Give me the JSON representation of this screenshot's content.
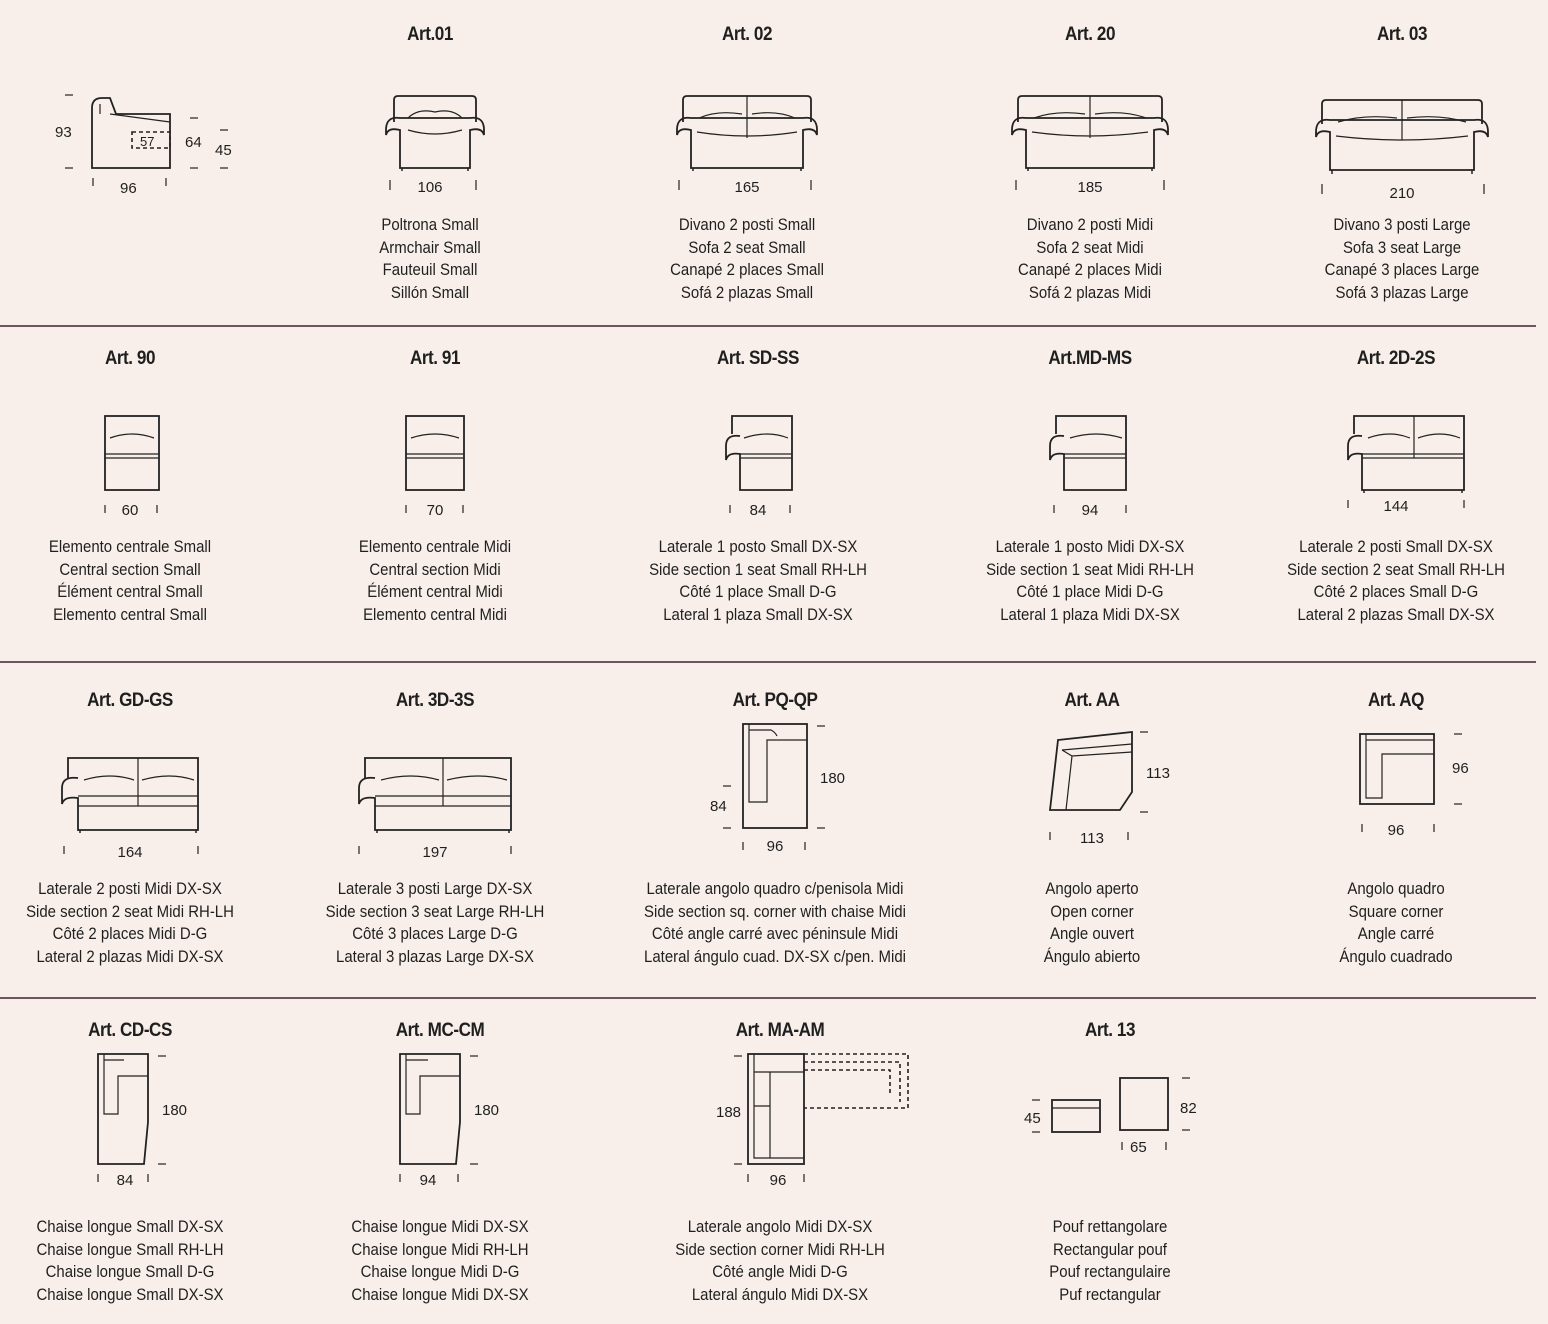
{
  "items": [
    {
      "code": "",
      "dims": {
        "h": "93",
        "seat_h": "64",
        "arm_h": "45",
        "seat_d": "57",
        "w": "96"
      },
      "lines": []
    },
    {
      "code": "Art.01",
      "dims": {
        "w": "106"
      },
      "lines": [
        "Poltrona Small",
        "Armchair Small",
        "Fauteuil Small",
        "Sillón Small"
      ]
    },
    {
      "code": "Art. 02",
      "dims": {
        "w": "165"
      },
      "lines": [
        "Divano 2 posti Small",
        "Sofa 2 seat Small",
        "Canapé 2 places Small",
        "Sofá 2 plazas Small"
      ]
    },
    {
      "code": "Art. 20",
      "dims": {
        "w": "185"
      },
      "lines": [
        "Divano 2 posti Midi",
        "Sofa 2 seat Midi",
        "Canapé 2 places Midi",
        "Sofá 2 plazas Midi"
      ]
    },
    {
      "code": "Art. 03",
      "dims": {
        "w": "210"
      },
      "lines": [
        "Divano 3 posti Large",
        "Sofa 3 seat Large",
        "Canapé 3 places Large",
        "Sofá 3 plazas Large"
      ]
    },
    {
      "code": "Art. 90",
      "dims": {
        "w": "60"
      },
      "lines": [
        "Elemento centrale Small",
        "Central section Small",
        "Élément central Small",
        "Elemento central Small"
      ]
    },
    {
      "code": "Art. 91",
      "dims": {
        "w": "70"
      },
      "lines": [
        "Elemento centrale Midi",
        "Central section Midi",
        "Élément central Midi",
        "Elemento central Midi"
      ]
    },
    {
      "code": "Art. SD-SS",
      "dims": {
        "w": "84"
      },
      "lines": [
        "Laterale 1 posto Small DX-SX",
        "Side section 1 seat Small RH-LH",
        "Côté 1 place Small D-G",
        "Lateral 1 plaza Small DX-SX"
      ]
    },
    {
      "code": "Art.MD-MS",
      "dims": {
        "w": "94"
      },
      "lines": [
        "Laterale 1 posto Midi DX-SX",
        "Side section 1 seat Midi RH-LH",
        "Côté 1 place Midi D-G",
        "Lateral 1 plaza Midi DX-SX"
      ]
    },
    {
      "code": "Art. 2D-2S",
      "dims": {
        "w": "144"
      },
      "lines": [
        "Laterale 2 posti Small DX-SX",
        "Side section 2 seat Small RH-LH",
        "Côté 2 places Small D-G",
        "Lateral 2 plazas Small DX-SX"
      ]
    },
    {
      "code": "Art. GD-GS",
      "dims": {
        "w": "164"
      },
      "lines": [
        "Laterale 2 posti Midi DX-SX",
        "Side section 2 seat Midi RH-LH",
        "Côté 2 places Midi D-G",
        "Lateral 2 plazas Midi DX-SX"
      ]
    },
    {
      "code": "Art. 3D-3S",
      "dims": {
        "w": "197"
      },
      "lines": [
        "Laterale 3 posti Large DX-SX",
        "Side section 3 seat Large RH-LH",
        "Côté 3 places Large D-G",
        "Lateral 3 plazas Large DX-SX"
      ]
    },
    {
      "code": "Art. PQ-QP",
      "dims": {
        "h": "180",
        "w": "96",
        "short": "84"
      },
      "lines": [
        "Laterale angolo quadro c/penisola Midi",
        "Side section sq. corner with chaise Midi",
        "Côté angle carré avec péninsule Midi",
        "Lateral ángulo cuad. DX-SX c/pen. Midi"
      ]
    },
    {
      "code": "Art. AA",
      "dims": {
        "h": "113",
        "w": "113"
      },
      "lines": [
        "Angolo aperto",
        "Open corner",
        "Angle ouvert",
        "Ángulo abierto"
      ]
    },
    {
      "code": "Art. AQ",
      "dims": {
        "h": "96",
        "w": "96"
      },
      "lines": [
        "Angolo quadro",
        "Square corner",
        "Angle carré",
        "Ángulo cuadrado"
      ]
    },
    {
      "code": "Art. CD-CS",
      "dims": {
        "h": "180",
        "w": "84"
      },
      "lines": [
        "Chaise longue Small DX-SX",
        "Chaise longue Small RH-LH",
        "Chaise longue Small D-G",
        "Chaise longue Small DX-SX"
      ]
    },
    {
      "code": "Art. MC-CM",
      "dims": {
        "h": "180",
        "w": "94"
      },
      "lines": [
        "Chaise longue Midi DX-SX",
        "Chaise longue Midi RH-LH",
        "Chaise longue Midi D-G",
        "Chaise longue Midi DX-SX"
      ]
    },
    {
      "code": "Art. MA-AM",
      "dims": {
        "h": "188",
        "w": "96"
      },
      "lines": [
        "Laterale angolo Midi DX-SX",
        "Side section corner Midi RH-LH",
        "Côté angle Midi  D-G",
        "Lateral ángulo Midi DX-SX"
      ]
    },
    {
      "code": "Art. 13",
      "dims": {
        "h1": "45",
        "h2": "82",
        "w": "65"
      },
      "lines": [
        "Pouf rettangolare",
        "Rectangular pouf",
        "Pouf rectangulaire",
        "Puf rectangular"
      ]
    }
  ]
}
